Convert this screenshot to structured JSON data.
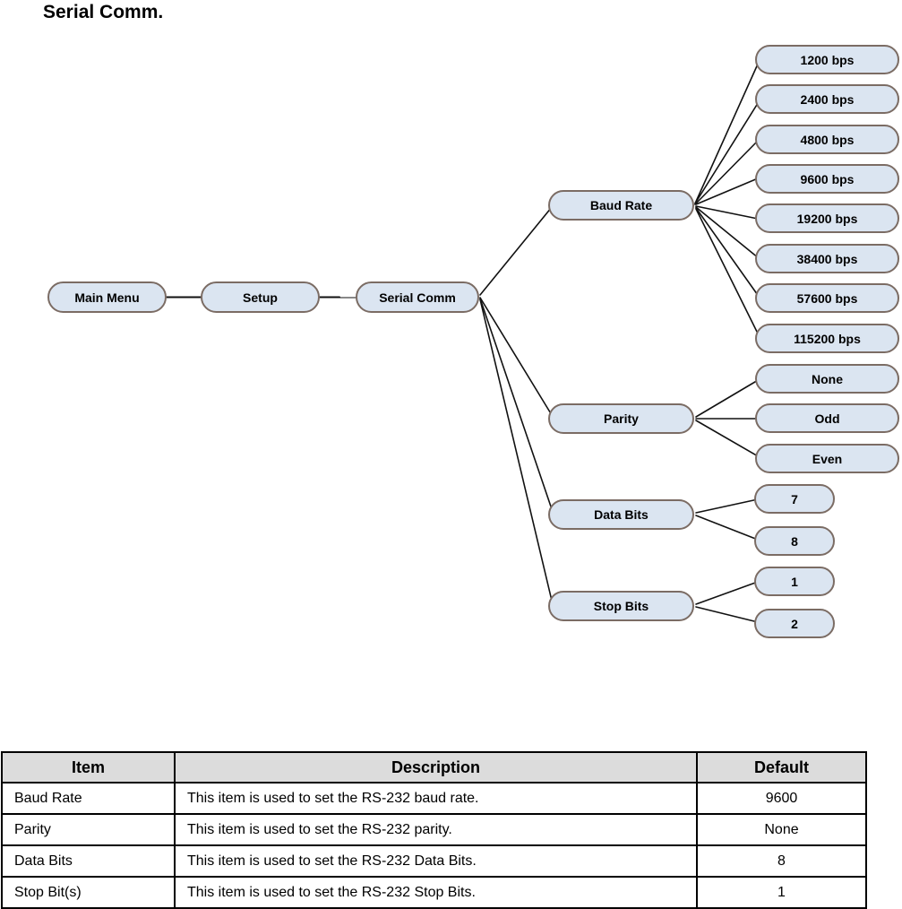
{
  "page": {
    "title": "Serial Comm."
  },
  "colors": {
    "node_fill": "#dbe5f1",
    "node_border": "#7b6c64",
    "table_header_bg": "#dcdcdc",
    "table_border": "#000000"
  },
  "diagram": {
    "path": [
      {
        "label": "Main Menu"
      },
      {
        "label": "Setup"
      },
      {
        "label": "Serial Comm"
      }
    ],
    "branches": [
      {
        "label": "Baud Rate",
        "options": [
          "1200 bps",
          "2400 bps",
          "4800 bps",
          "9600 bps",
          "19200 bps",
          "38400 bps",
          "57600 bps",
          "115200 bps"
        ]
      },
      {
        "label": "Parity",
        "options": [
          "None",
          "Odd",
          "Even"
        ]
      },
      {
        "label": "Data Bits",
        "options": [
          "7",
          "8"
        ]
      },
      {
        "label": "Stop Bits",
        "options": [
          "1",
          "2"
        ]
      }
    ]
  },
  "table": {
    "headers": [
      "Item",
      "Description",
      "Default"
    ],
    "rows": [
      {
        "item": "Baud Rate",
        "description": "This item is used to set the RS-232 baud rate.",
        "default": "9600"
      },
      {
        "item": "Parity",
        "description": "This item is used to set the RS-232 parity.",
        "default": "None"
      },
      {
        "item": "Data Bits",
        "description": "This item is used to set the RS-232 Data Bits.",
        "default": "8"
      },
      {
        "item": "Stop Bit(s)",
        "description": "This item is used to set the RS-232 Stop Bits.",
        "default": "1"
      }
    ]
  }
}
